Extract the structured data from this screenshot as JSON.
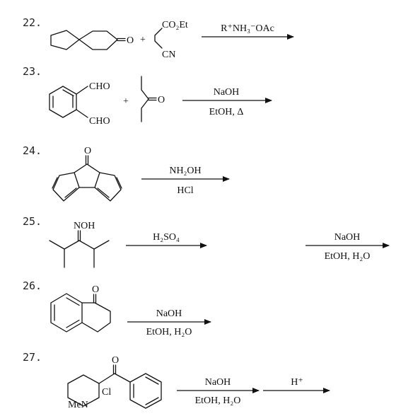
{
  "problems": [
    {
      "number": "22.",
      "structures": {
        "ketone_label": "O",
        "plus": "+",
        "ester_label": "CO₂Et",
        "nitrile_label": "CN"
      },
      "reagents_above": "R⁺NH₃⁻OAc",
      "reagents_below": ""
    },
    {
      "number": "23.",
      "structures": {
        "aldehyde_top": "CHO",
        "aldehyde_bottom": "CHO",
        "plus": "+",
        "ketone_label": "O"
      },
      "reagents_above": "NaOH",
      "reagents_below": "EtOH, Δ"
    },
    {
      "number": "24.",
      "structures": {
        "ketone_label": "O"
      },
      "reagents_above": "NH₂OH",
      "reagents_below": "HCl"
    },
    {
      "number": "25.",
      "structures": {
        "oxime_label": "NOH"
      },
      "reagents_above": "H₂SO₄",
      "reagents_below": "",
      "second_step_above": "NaOH",
      "second_step_below": "EtOH, H₂O"
    },
    {
      "number": "26.",
      "structures": {
        "ketone_label": "O"
      },
      "reagents_above": "NaOH",
      "reagents_below": "EtOH, H₂O"
    },
    {
      "number": "27.",
      "structures": {
        "ketone_label": "O",
        "chloro_label": "Cl",
        "amine_label": "MeN"
      },
      "reagents_above": "NaOH",
      "reagents_below": "EtOH, H₂O",
      "second_step_above": "H⁺",
      "second_step_below": ""
    }
  ]
}
